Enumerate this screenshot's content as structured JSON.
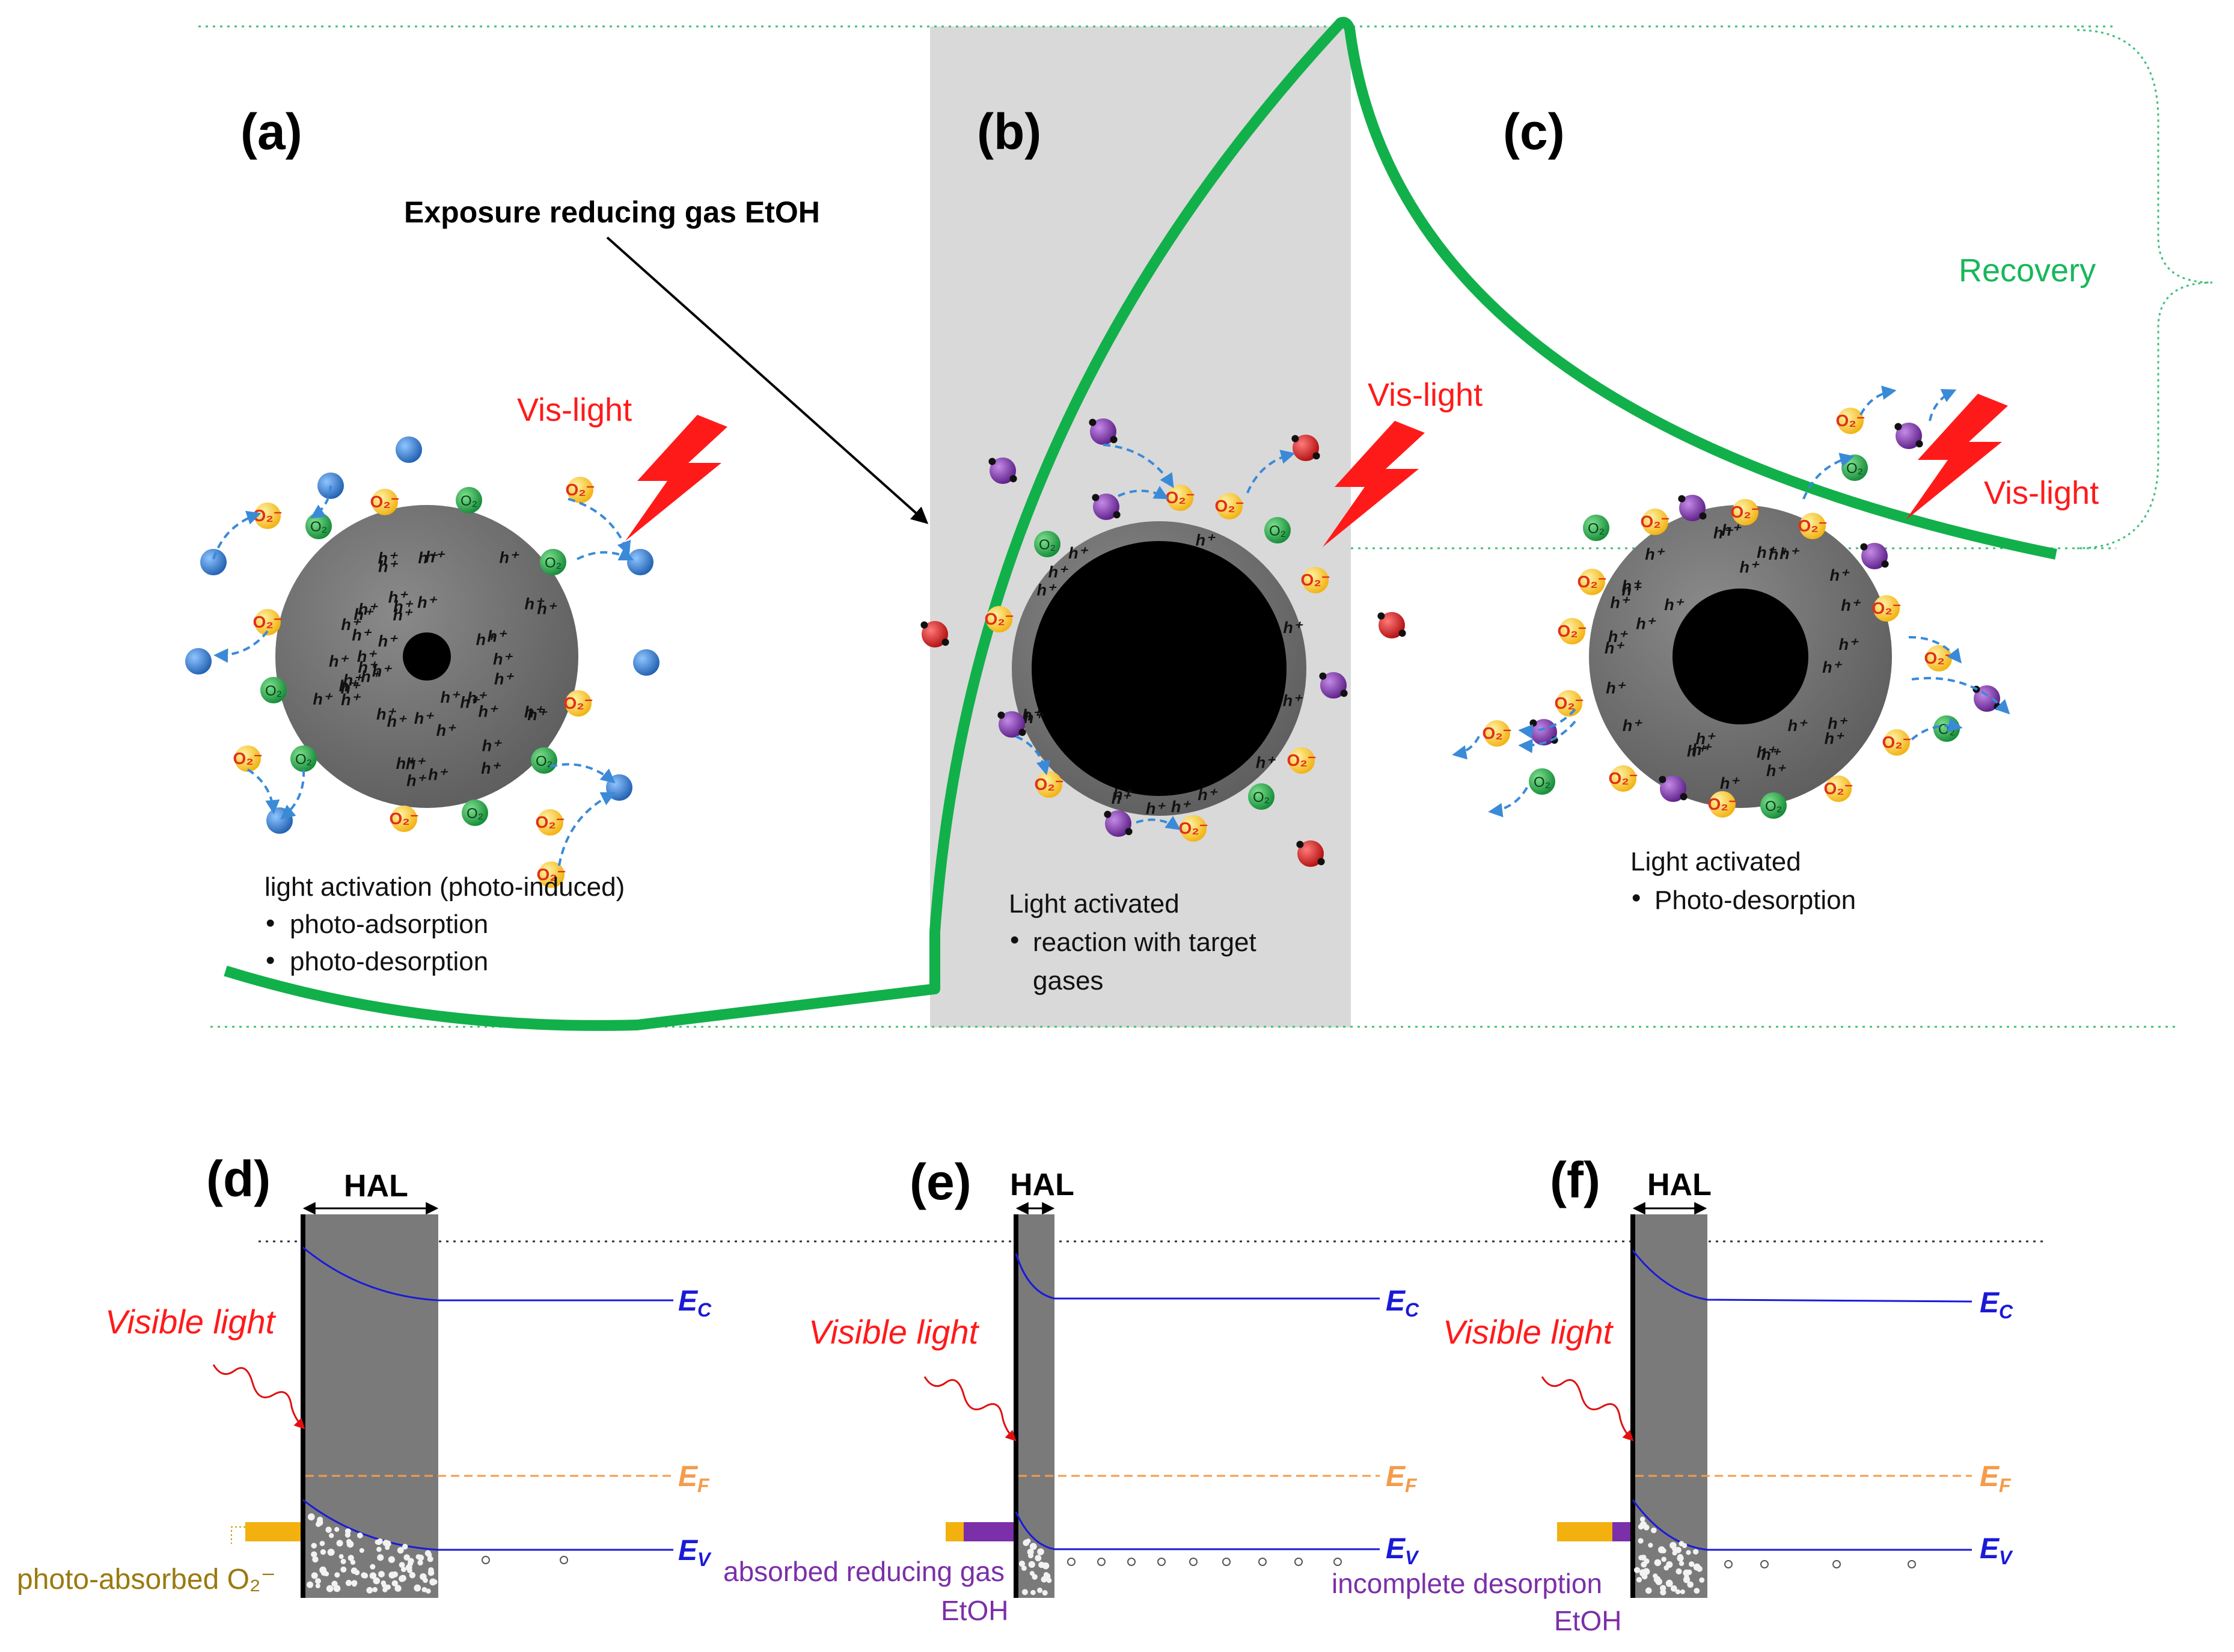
{
  "panels": {
    "a": {
      "label": "(a)",
      "caption_title": "light activation (photo-induced)",
      "bullets": [
        "photo-adsorption",
        "photo-desorption"
      ],
      "light": "Vis-light"
    },
    "b": {
      "label": "(b)",
      "caption_title": "Light activated",
      "bullets": [
        "reaction with target",
        "gases"
      ],
      "light": "Vis-light"
    },
    "c": {
      "label": "(c)",
      "caption_title": "Light activated",
      "bullets": [
        "Photo-desorption"
      ],
      "light": "Vis-light"
    },
    "d": {
      "label": "(d)",
      "hal": "HAL",
      "visible_light": "Visible light",
      "note": "photo-absorbed O₂⁻"
    },
    "e": {
      "label": "(e)",
      "hal": "HAL",
      "visible_light": "Visible light",
      "note_line1": "absorbed reducing gas",
      "note_line2": "EtOH"
    },
    "f": {
      "label": "(f)",
      "hal": "HAL",
      "visible_light": "Visible light",
      "note_line1": "incomplete desorption",
      "note_line2": "EtOH"
    }
  },
  "annotations": {
    "exposure": "Exposure reducing gas EtOH",
    "recovery": "Recovery"
  },
  "bands": {
    "ec": "E",
    "ec_sub": "C",
    "ef": "E",
    "ef_sub": "F",
    "ev": "E",
    "ev_sub": "V"
  },
  "species": {
    "superoxide": "O₂⁻",
    "oxygen": "O₂",
    "hole": "h⁺"
  },
  "colors": {
    "response_curve": "#12b04a",
    "gas_zone": "#d9d9d9",
    "particle_shell": "#6e6e6e",
    "core": "#000000",
    "superoxide_yellow": "#f6c21a",
    "oxygen_green": "#1fa84a",
    "ambient_blue": "#2b78c9",
    "ethanol_purple": "#7b2fa8",
    "product_red": "#d61a1a",
    "arrow_blue": "#3a8ad8",
    "band_blue": "#1a1ad8",
    "fermi_orange": "#f59b4a",
    "bolt_red": "#ff1a1a",
    "depletion_gray": "#7a7a7a"
  }
}
